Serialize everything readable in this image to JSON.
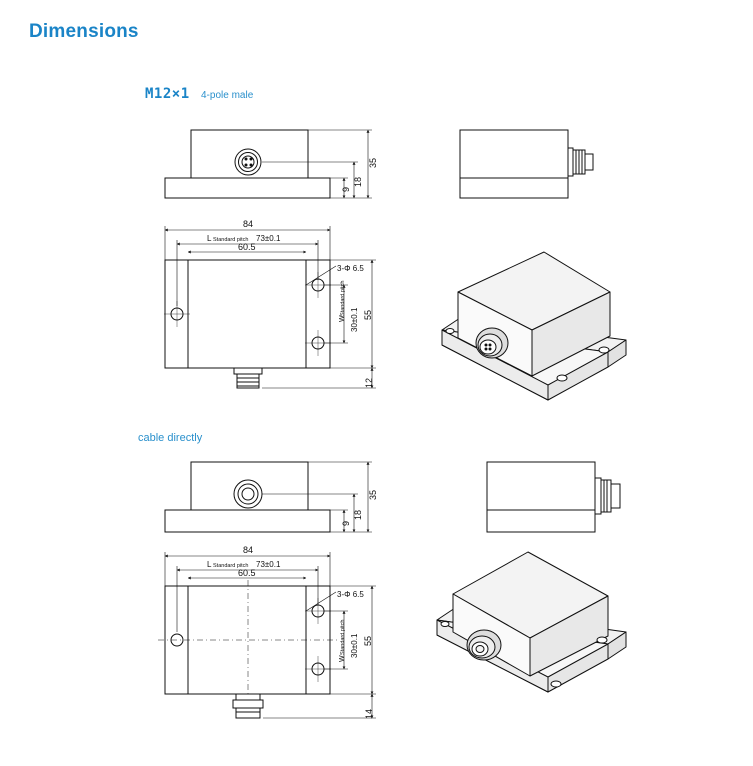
{
  "page": {
    "title": "Dimensions"
  },
  "variants": [
    {
      "label_main": "M12×1",
      "label_sub": "4-pole male",
      "side": {
        "height": "35",
        "connector_height": "18",
        "base": "9"
      },
      "top": {
        "overall_width": "84",
        "pitch_l_prefix": "L",
        "pitch_l_small": "Standard pitch",
        "pitch_l_value": "73±0.1",
        "body_width": "60.5",
        "holes": "3-Φ 6.5",
        "pitch_w_prefix": "W",
        "pitch_w_small": "Standard pitch",
        "pitch_w_value": "30±0.1",
        "depth": "55",
        "connector_length": "12"
      }
    },
    {
      "label_main": "cable directly",
      "side": {
        "height": "35",
        "connector_height": "18",
        "base": "9"
      },
      "top": {
        "overall_width": "84",
        "pitch_l_prefix": "L",
        "pitch_l_small": "Standard pitch",
        "pitch_l_value": "73±0.1",
        "body_width": "60.5",
        "holes": "3-Φ 6.5",
        "pitch_w_prefix": "W",
        "pitch_w_small": "Standard pitch",
        "pitch_w_value": "30±0.1",
        "depth": "55",
        "connector_length": "14"
      }
    }
  ]
}
